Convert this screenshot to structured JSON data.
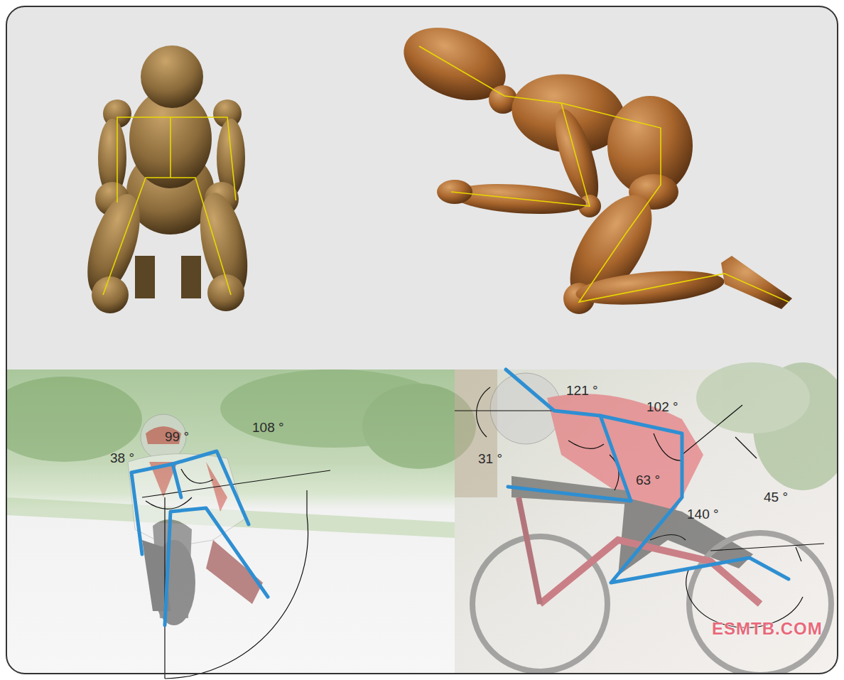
{
  "diagram": {
    "labels": [
      "38 °",
      "99 °",
      "108 °",
      "121 °",
      "102 °",
      "31 °",
      "63 °",
      "140 °",
      "45 °",
      "ESMTB.COM"
    ]
  }
}
